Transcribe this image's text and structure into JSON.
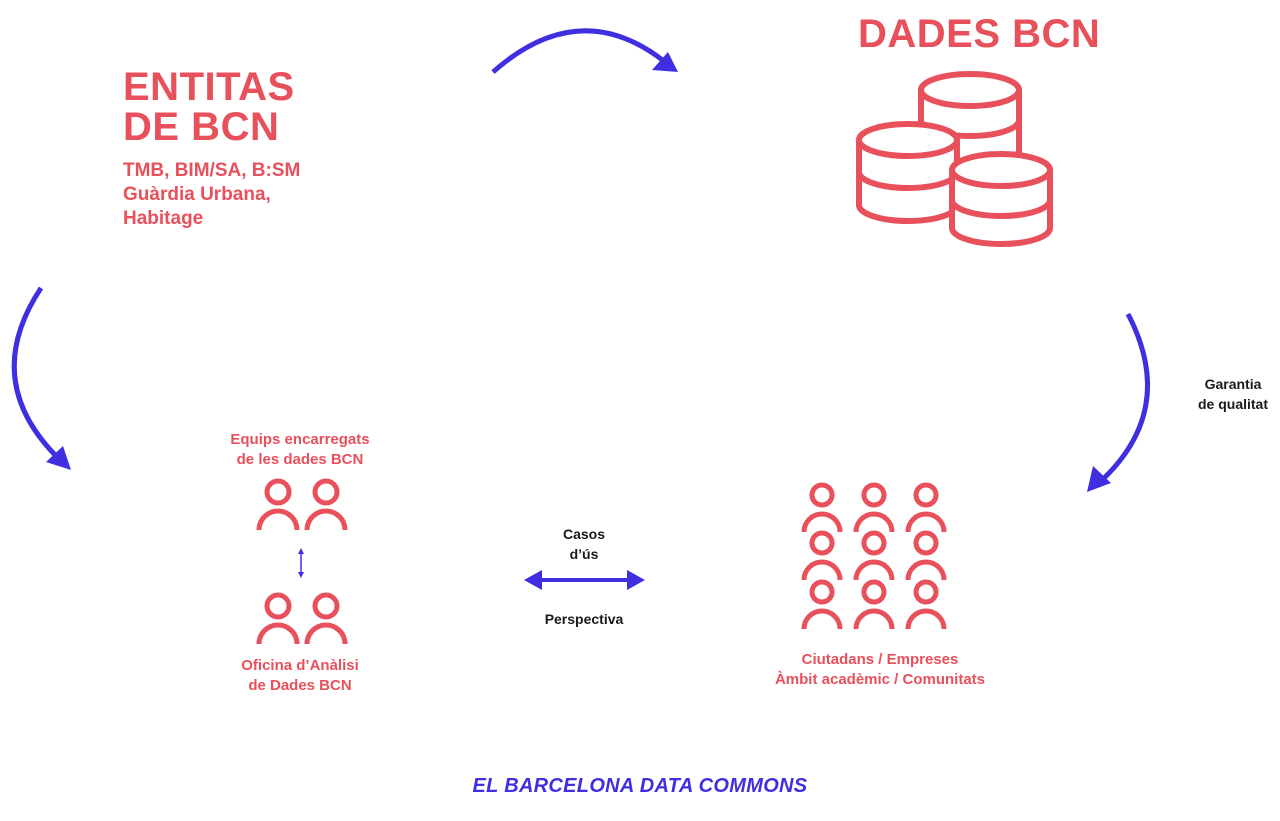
{
  "colors": {
    "accent_red": "#e8505b",
    "accent_blue": "#3f2fe0",
    "text_dark": "#1a1a1a"
  },
  "entities": {
    "title_line1": "ENTITAS",
    "title_line2": "DE BCN",
    "list_line1": "TMB, BIM/SA, B:SM",
    "list_line2": "Guàrdia Urbana,",
    "list_line3": "Habitage"
  },
  "data_bcn": {
    "title": "DADES BCN",
    "icon": "database-icon"
  },
  "quality": {
    "line1": "Garantia",
    "line2": "de qualitat"
  },
  "teams": {
    "line1": "Equips encarregats",
    "line2": "de les dades BCN",
    "icon": "people-icon"
  },
  "office": {
    "line1": "Oficina d’Anàlisi",
    "line2": "de Dades BCN",
    "icon": "people-icon"
  },
  "exchange": {
    "top_line1": "Casos",
    "top_line2": "d’ús",
    "bottom": "Perspectiva"
  },
  "citizens": {
    "line1": "Ciutadans / Empreses",
    "line2": "Àmbit acadèmic / Comunitats",
    "icon": "people-grid-icon"
  },
  "footer": {
    "title": "EL BARCELONA DATA COMMONS"
  }
}
